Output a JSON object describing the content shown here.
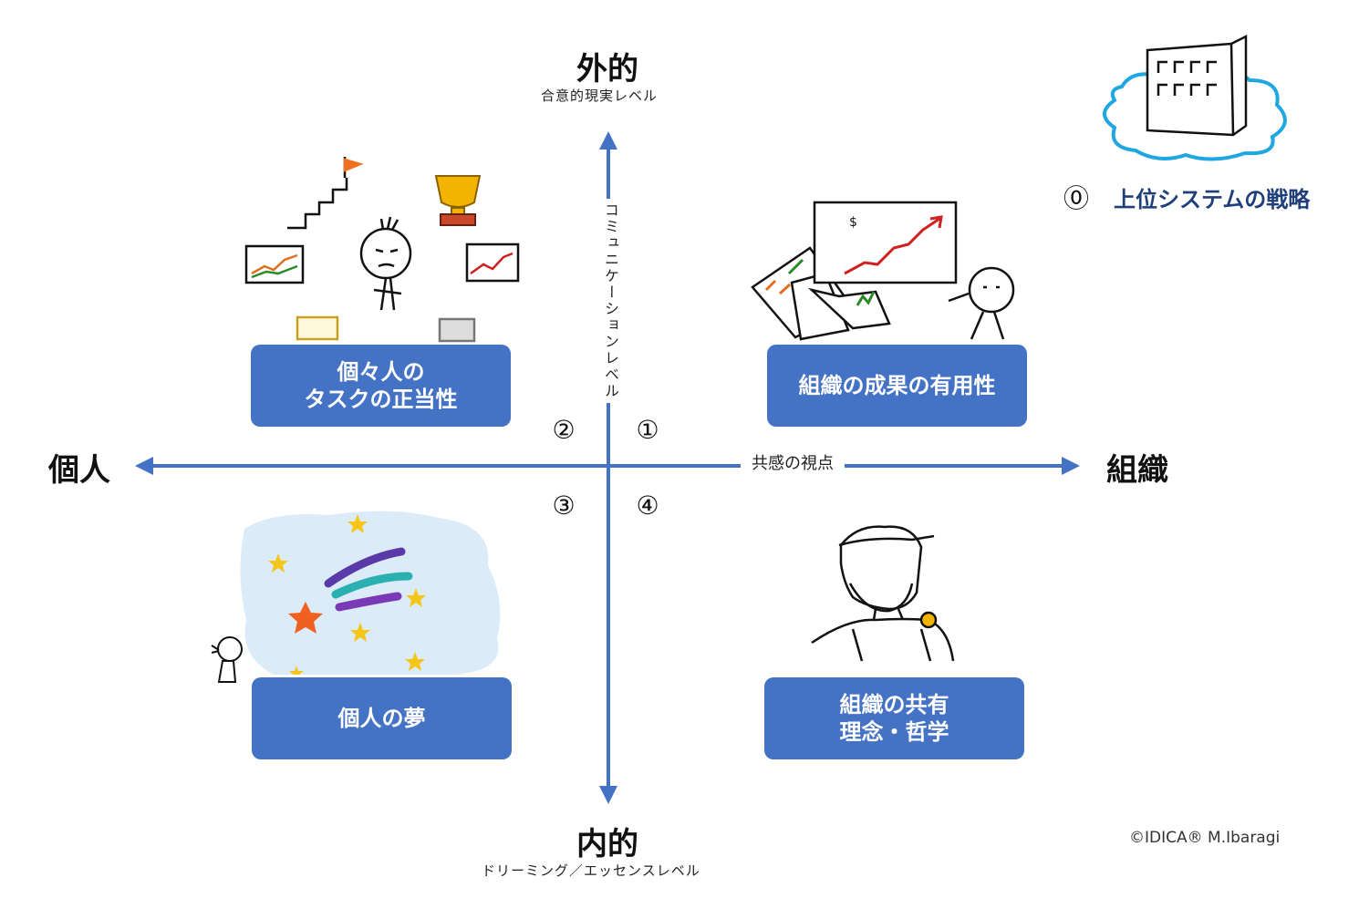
{
  "axes": {
    "top": {
      "title": "外的",
      "subtitle": "合意的現実レベル"
    },
    "bottom": {
      "title": "内的",
      "subtitle": "ドリーミング／エッセンスレベル"
    },
    "left": {
      "title": "個人"
    },
    "right": {
      "title": "組織"
    },
    "vertical_label": "コミュニケーションレベル",
    "horizontal_label": "共感の視点"
  },
  "quadrants": {
    "q1": {
      "number": "①",
      "line1": "組織の成果の有用性",
      "line2": ""
    },
    "q2": {
      "number": "②",
      "line1": "個々人の",
      "line2": "タスクの正当性"
    },
    "q3": {
      "number": "③",
      "line1": "個人の夢",
      "line2": ""
    },
    "q4": {
      "number": "④",
      "line1": "組織の共有",
      "line2": "理念・哲学"
    }
  },
  "strategy": {
    "number": "⓪",
    "label": "上位システムの戦略"
  },
  "copyright": "©IDICA® M.Ibaragi",
  "colors": {
    "box": "#4472c4",
    "axis": "#4472c4",
    "cloud": "#1ea7e0",
    "strategy_text": "#1f3f7a"
  }
}
